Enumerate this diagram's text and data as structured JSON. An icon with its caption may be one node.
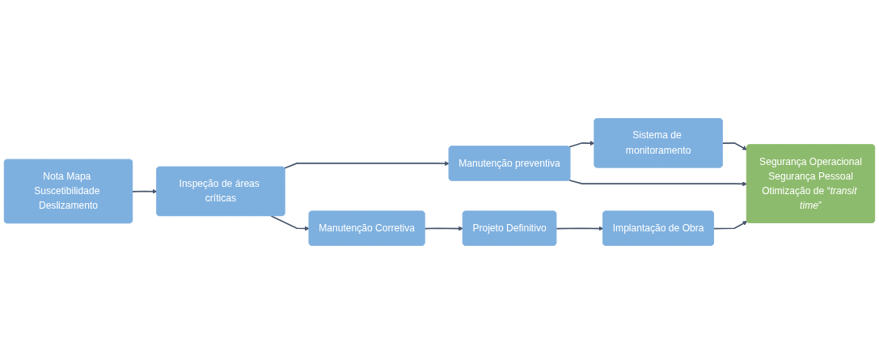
{
  "diagram": {
    "nodes": [
      {
        "text": [
          "Nota Mapa Suscetibilidade Deslizamento"
        ]
      },
      {
        "text": [
          "Inspeção de áreas críticas"
        ]
      },
      {
        "text": [
          "Manutenção preventiva"
        ]
      },
      {
        "text": [
          "Sistema de monitoramento"
        ]
      },
      {
        "text": [
          "Segurança Operacional",
          "Segurança Pessoal",
          "Otimização de “*transit time*”"
        ]
      },
      {
        "text": [
          "Manutenção Corretiva"
        ]
      },
      {
        "text": [
          "Projeto Definitivo"
        ]
      },
      {
        "text": [
          "Implantação de Obra"
        ]
      }
    ],
    "edges": [
      {
        "from": 0,
        "to": 1,
        "arrow": "to"
      },
      {
        "from": 1,
        "to": 2,
        "arrow": "to"
      },
      {
        "from": 2,
        "to": 3,
        "arrow": "to"
      },
      {
        "from": 3,
        "to": 4,
        "arrow": "to"
      },
      {
        "from": 2,
        "to": 4,
        "arrow": "to"
      },
      {
        "from": 1,
        "to": 5,
        "arrow": "to"
      },
      {
        "from": 5,
        "to": 6,
        "arrow": "to"
      },
      {
        "from": 6,
        "to": 7,
        "arrow": "to"
      },
      {
        "from": 7,
        "to": 4,
        "arrow": "to"
      }
    ]
  }
}
